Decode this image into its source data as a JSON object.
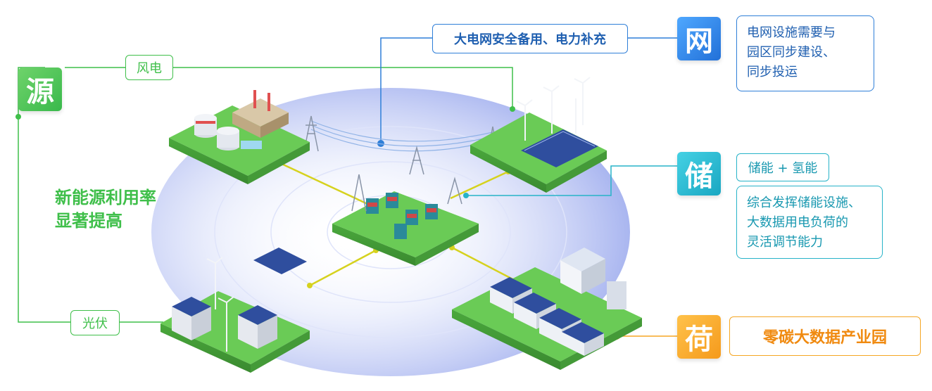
{
  "source": {
    "icon_char": "源",
    "wind_label": "风电",
    "solar_label": "光伏"
  },
  "grid": {
    "icon_char": "网",
    "banner": "大电网安全备用、电力补充",
    "desc_lines": [
      "电网设施需要与",
      "园区同步建设、",
      "同步投运"
    ]
  },
  "storage": {
    "icon_char": "储",
    "tag": "储能 + 氢能",
    "desc_lines": [
      "综合发挥储能设施、",
      "大数据用电负荷的",
      "灵活调节能力"
    ]
  },
  "load": {
    "icon_char": "荷",
    "label": "零碳大数据产业园"
  },
  "headline": {
    "lines": [
      "新能源利用率",
      "显著提高"
    ]
  },
  "colors": {
    "green": "#3fbf4a",
    "blue": "#2f7fd8",
    "teal": "#27b3c8",
    "orange": "#f5a623",
    "yellow_line": "#d6d21e",
    "platform_green": "#5cc24a",
    "halo": "#b9c4f2"
  }
}
